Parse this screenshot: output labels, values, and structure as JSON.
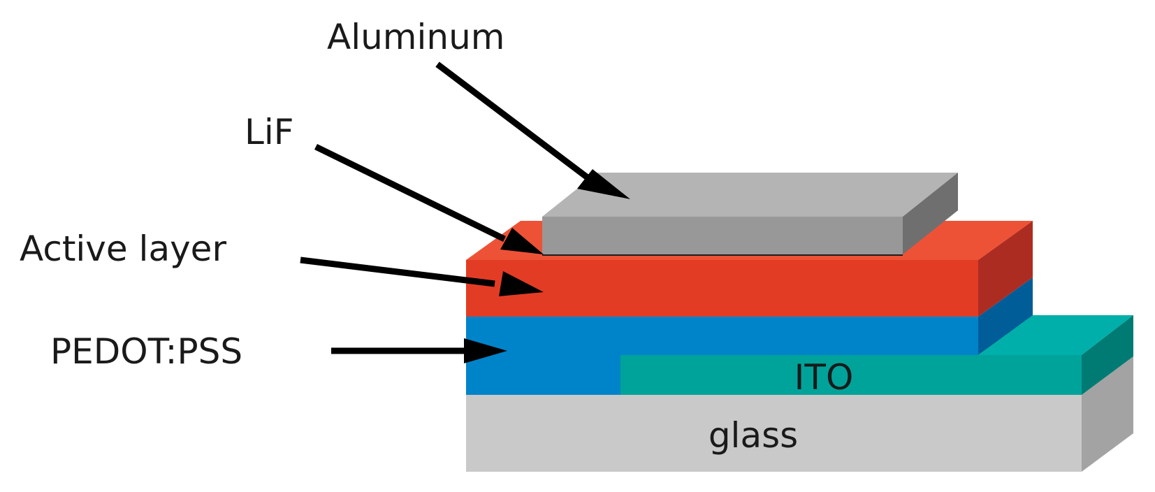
{
  "diagram": {
    "labels": {
      "aluminum": "Aluminum",
      "lif": "LiF",
      "active_layer": "Active layer",
      "pedot_pss": "PEDOT:PSS",
      "ito": "ITO",
      "glass": "glass"
    },
    "colors": {
      "glass_front": "#c9c9c9",
      "glass_side": "#a3a3a3",
      "glass_top": "#dcdcdc",
      "ito_front": "#00a39a",
      "ito_top": "#00afa9",
      "ito_side": "#007b74",
      "pedot_front": "#0084c9",
      "pedot_side": "#005d98",
      "active_front": "#e33c25",
      "active_top": "#ee5236",
      "active_side": "#ad2c22",
      "aluminum_front": "#989898",
      "aluminum_top": "#b4b4b4",
      "aluminum_side": "#6f6f6f",
      "arrow": "#000000",
      "text": "#1a1a1a"
    }
  }
}
